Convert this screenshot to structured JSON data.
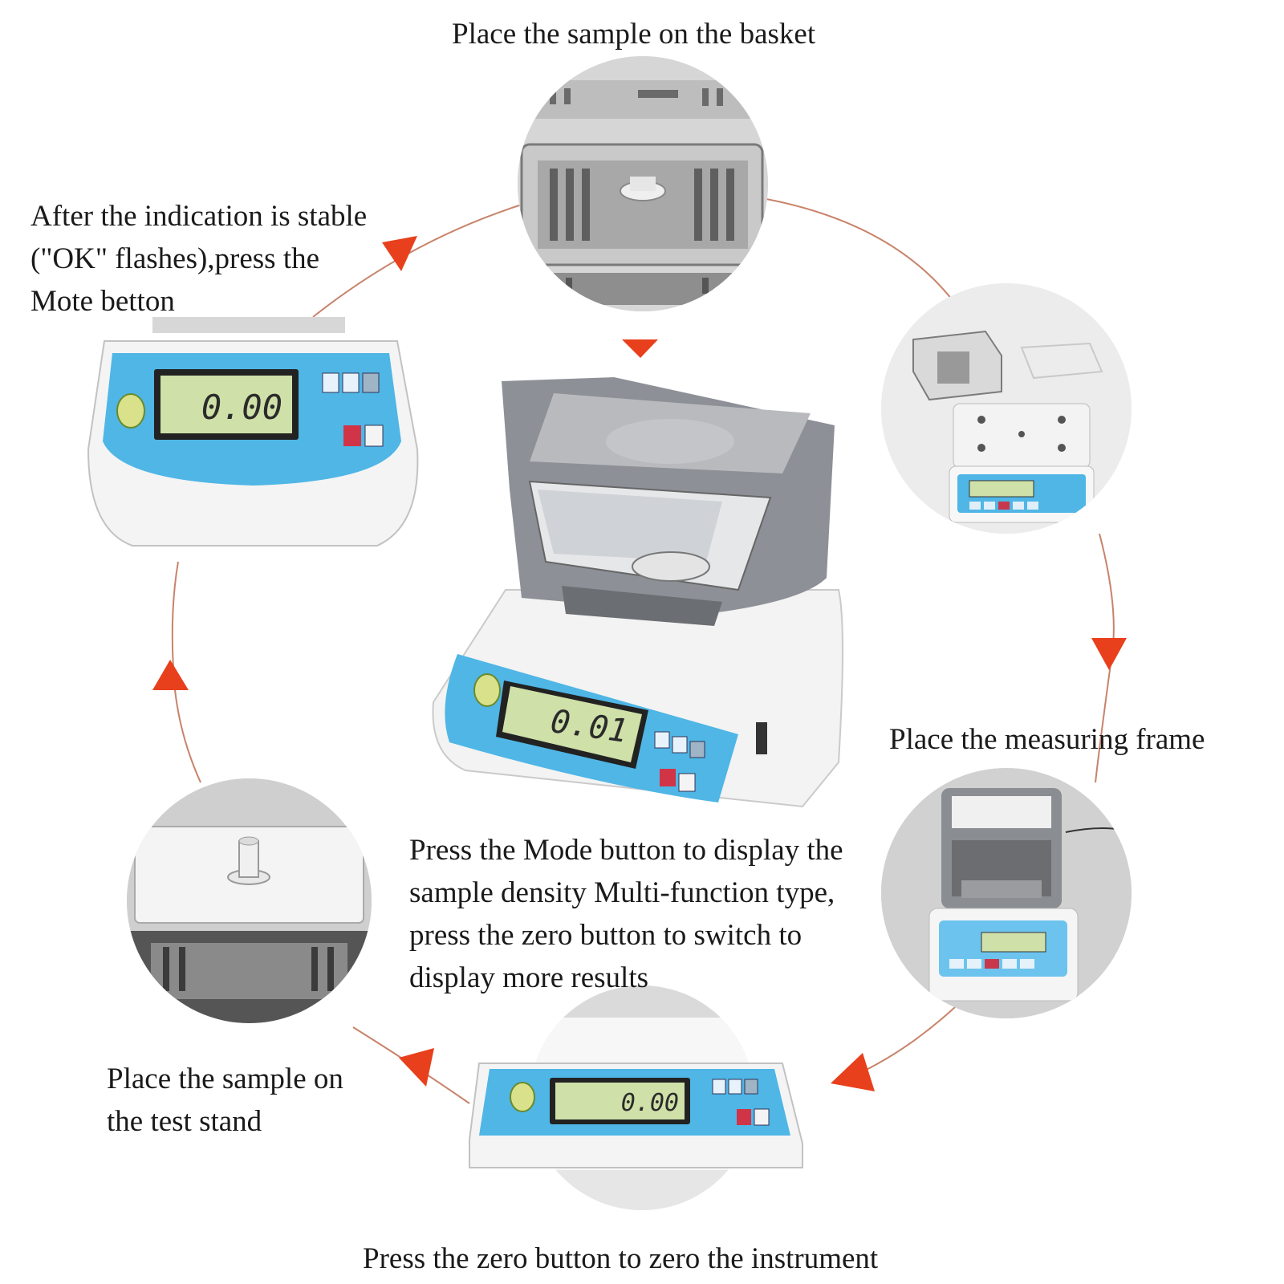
{
  "steps": {
    "basket": "Place the sample on the basket",
    "frame": "Place the measuring frame",
    "zero": "Press the zero button to zero the instrument",
    "test_stand": "Place the sample on\nthe test stand",
    "stable": "After the indication is stable\n(\"OK\" flashes),press the\nMote betton",
    "mode": "Press the Mode button to display the\nsample density Multi-function type,\npress the zero button to switch to\n display more results"
  },
  "displays": {
    "stable": "0.00",
    "zero": "0.00",
    "center": "0.01"
  },
  "colors": {
    "arrow": "#e8401c",
    "arc": "#c8836a",
    "panel_blue": "#4fb6e6",
    "lcd": "#cfe0a8",
    "body": "#f3f3f3",
    "frame_gray": "#8d9096"
  }
}
